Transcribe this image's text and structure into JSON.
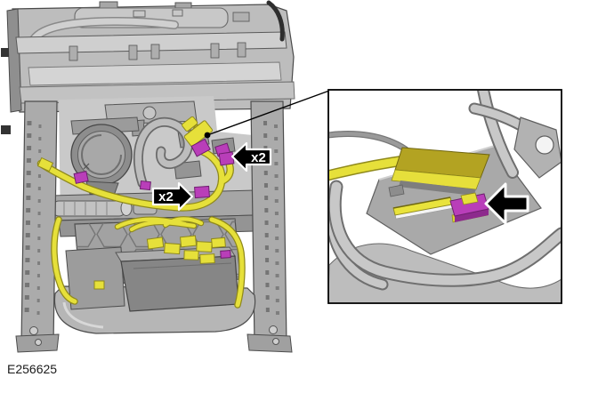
{
  "figure": {
    "id_label": "E256625",
    "callouts": [
      {
        "label": "x2"
      },
      {
        "label": "x2"
      }
    ],
    "colors": {
      "background": "#ffffff",
      "harness_yellow": "#e6e03a",
      "harness_yellow_dark": "#8f891c",
      "connector_magenta": "#b93eb9",
      "connector_magenta_dark": "#6e1f6e",
      "callout_black": "#000000",
      "callout_text": "#ffffff",
      "frame_gray": "#b0b0b0",
      "frame_gray_dark": "#4d4d4d",
      "inset_border": "#000000",
      "label_text": "#1a1a1a"
    }
  }
}
